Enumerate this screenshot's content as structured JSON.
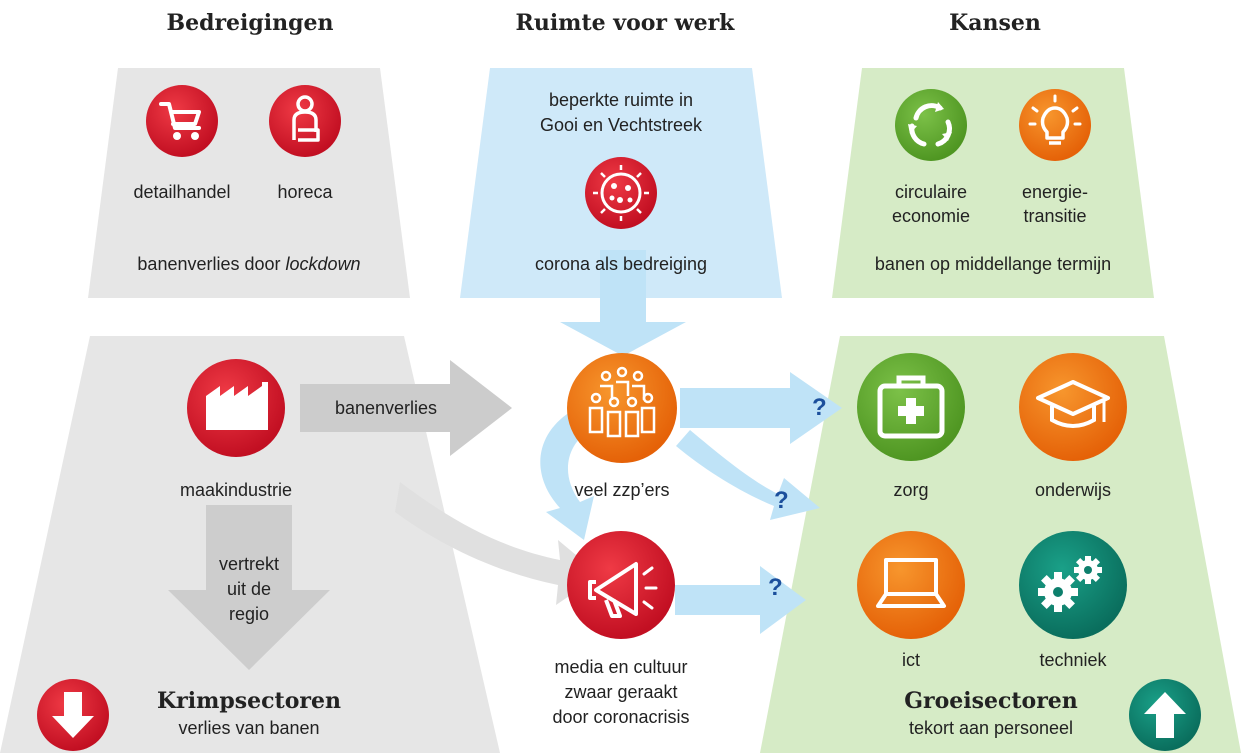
{
  "headers": {
    "threats": "Bedreigingen",
    "space": "Ruimte voor werk",
    "opportunities": "Kansen"
  },
  "top_left": {
    "retail": "detailhandel",
    "hospitality": "horeca",
    "caption_prefix": "banenverlies door ",
    "caption_italic": "lockdown"
  },
  "top_middle": {
    "line1": "beperkte ruimte in",
    "line2": "Gooi en Vechtstreek",
    "corona": "corona als bedreiging"
  },
  "top_right": {
    "circular_1": "circulaire",
    "circular_2": "economie",
    "energy_1": "energie-",
    "energy_2": "transitie",
    "caption": "banen op middellange termijn"
  },
  "bottom_left": {
    "manufacturing": "maakindustrie",
    "job_loss_arrow": "banenverlies",
    "leaves_1": "vertrekt",
    "leaves_2": "uit de",
    "leaves_3": "regio",
    "title": "Krimpsectoren",
    "subtitle": "verlies van banen"
  },
  "bottom_middle": {
    "freelancers": "veel zzp’ers",
    "media_1": "media en cultuur",
    "media_2": "zwaar geraakt",
    "media_3": "door coronacrisis"
  },
  "bottom_right": {
    "care": "zorg",
    "education": "onderwijs",
    "ict": "ict",
    "tech": "techniek",
    "title": "Groeisectoren",
    "subtitle": "tekort aan personeel"
  },
  "question_mark": "?",
  "colors": {
    "grey_panel": "#e6e6e6",
    "blue_panel": "#cfe9f9",
    "green_panel": "#d6ebc6",
    "red": "#d3152a",
    "orange": "#ef7410",
    "green": "#5faa2b",
    "teal": "#0d7f6c",
    "arrow_grey": "#cccccc",
    "arrow_blue": "#bfe3f7",
    "question_blue": "#1b4f9c"
  }
}
